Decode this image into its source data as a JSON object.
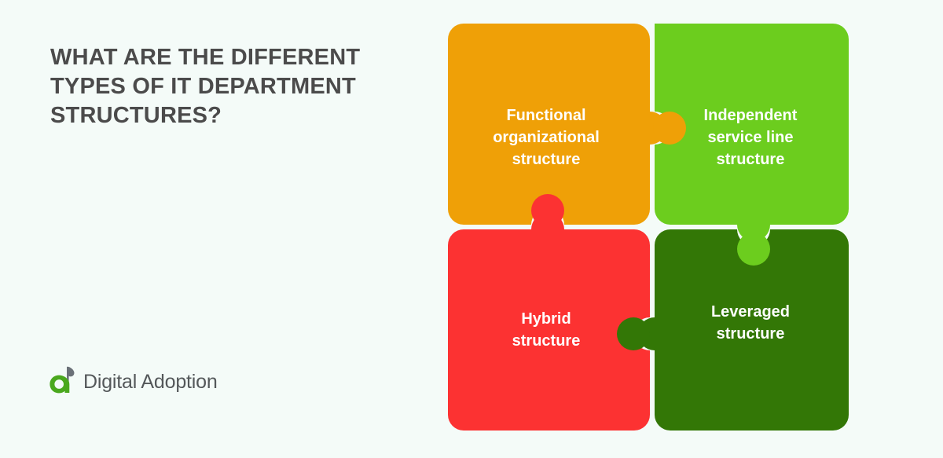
{
  "page": {
    "background_color": "#f4fbf8",
    "headline": "What are the different types of IT department structures?"
  },
  "brand": {
    "logo_icon": "digital-adoption-a-leaf-logo",
    "name": "Digital Adoption",
    "mark_green": "#4aa81e",
    "mark_gray": "#6b7178",
    "text_color": "#54585a"
  },
  "diagram": {
    "type": "puzzle-2x2",
    "pieces": [
      {
        "id": "functional-organizational-structure",
        "position": "top-left",
        "label": "Functional\norganizational\nstructure",
        "color": "#efa007",
        "text_color": "#ffffff"
      },
      {
        "id": "independent-service-line-structure",
        "position": "top-right",
        "label": "Independent\nservice line\nstructure",
        "color": "#6ccd1e",
        "text_color": "#ffffff"
      },
      {
        "id": "hybrid-structure",
        "position": "bottom-left",
        "label": "Hybrid\nstructure",
        "color": "#fc3232",
        "text_color": "#ffffff"
      },
      {
        "id": "leveraged-structure",
        "position": "bottom-right",
        "label": "Leveraged\nstructure",
        "color": "#337706",
        "text_color": "#ffffff"
      }
    ],
    "connectors": [
      {
        "id": "orange-tab-right",
        "from": "top-left",
        "to": "top-right",
        "color": "#efa007"
      },
      {
        "id": "red-tab-up",
        "from": "bottom-left",
        "to": "top-left",
        "color": "#fc3232"
      },
      {
        "id": "lightgreen-tab-down",
        "from": "top-right",
        "to": "bottom-right",
        "color": "#6ccd1e"
      },
      {
        "id": "darkgreen-tab-left",
        "from": "bottom-right",
        "to": "bottom-left",
        "color": "#337706"
      }
    ]
  }
}
